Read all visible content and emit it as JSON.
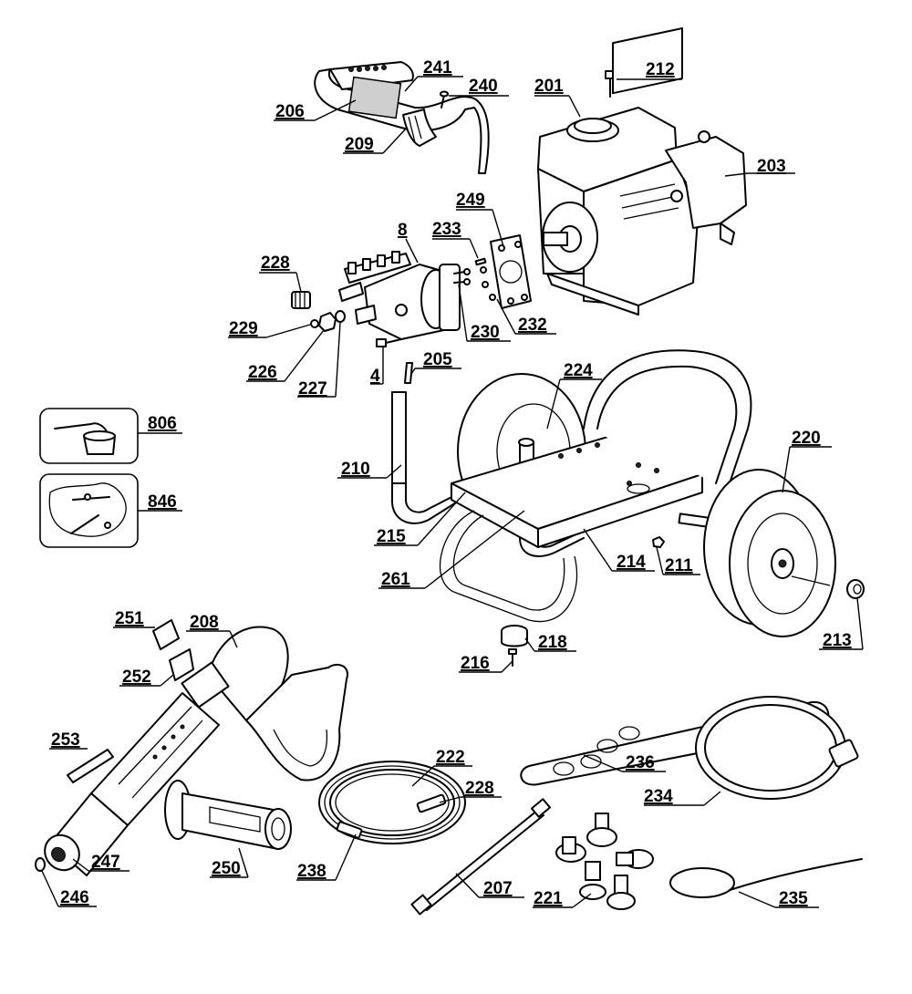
{
  "diagram": {
    "callouts": {
      "c212": "212",
      "c201": "201",
      "c241": "241",
      "c240": "240",
      "c206": "206",
      "c209": "209",
      "c203": "203",
      "c249": "249",
      "c8": "8",
      "c233": "233",
      "c228a": "228",
      "c229": "229",
      "c226": "226",
      "c227": "227",
      "c4": "4",
      "c230": "230",
      "c232": "232",
      "c205": "205",
      "c224": "224",
      "c220": "220",
      "c806": "806",
      "c846": "846",
      "c210": "210",
      "c215": "215",
      "c214": "214",
      "c211": "211",
      "c261": "261",
      "c213": "213",
      "c218": "218",
      "c216": "216",
      "c251": "251",
      "c208": "208",
      "c252": "252",
      "c253": "253",
      "c222": "222",
      "c228b": "228",
      "c236": "236",
      "c234": "234",
      "c238": "238",
      "c207": "207",
      "c221": "221",
      "c235": "235",
      "c250": "250",
      "c247": "247",
      "c246": "246"
    }
  }
}
